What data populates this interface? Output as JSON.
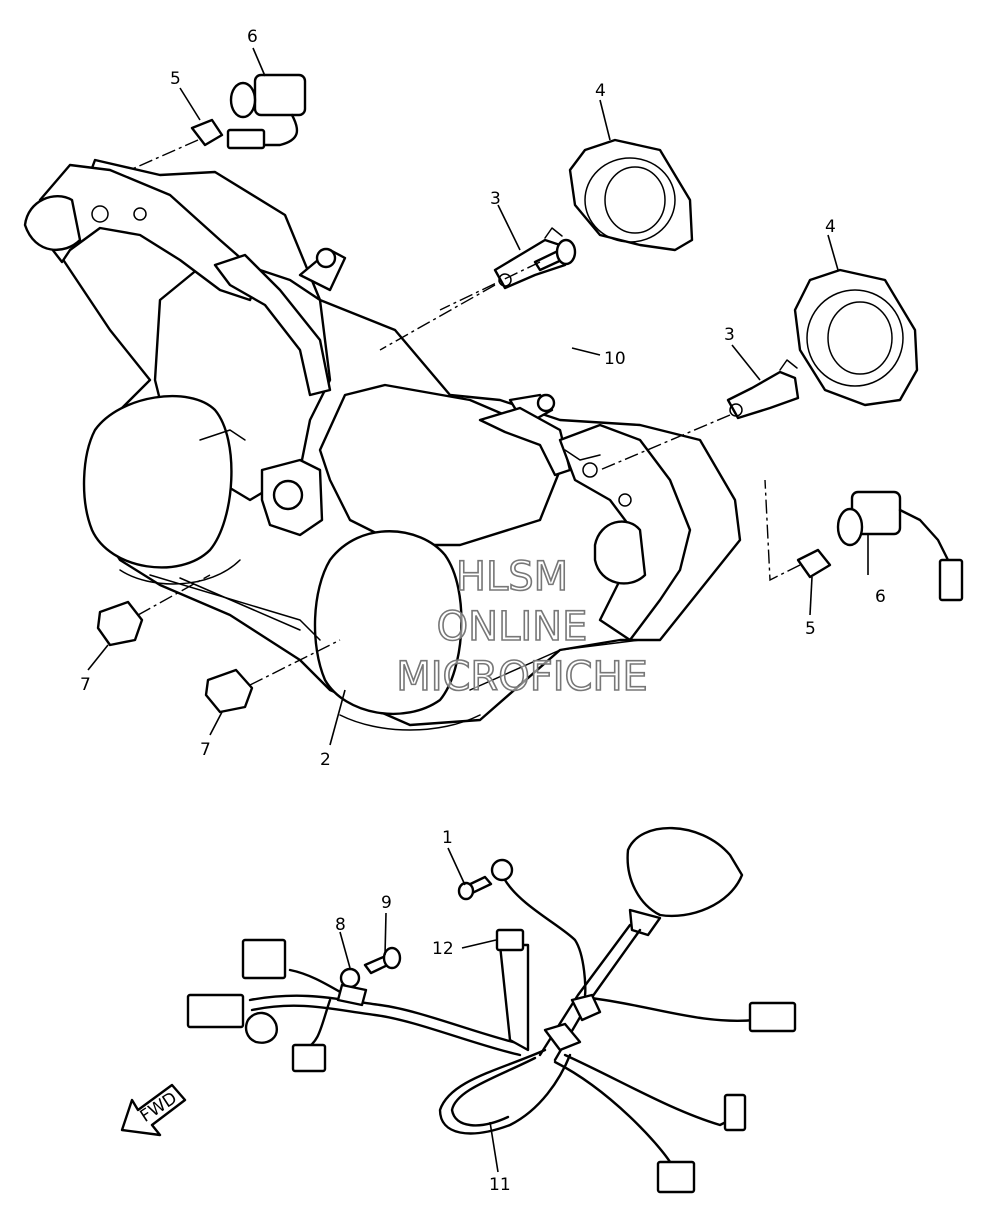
{
  "callouts": {
    "c1": "1",
    "c2": "2",
    "c3a": "3",
    "c3b": "3",
    "c4a": "4",
    "c4b": "4",
    "c5a": "5",
    "c5b": "5",
    "c6a": "6",
    "c6b": "6",
    "c7a": "7",
    "c7b": "7",
    "c8": "8",
    "c9": "9",
    "c10": "10",
    "c11": "11",
    "c12": "12"
  },
  "direction_label": "FWD",
  "watermark": {
    "line1": "HLSM",
    "line2": "ONLINE",
    "line3": "MICROFICHE"
  }
}
